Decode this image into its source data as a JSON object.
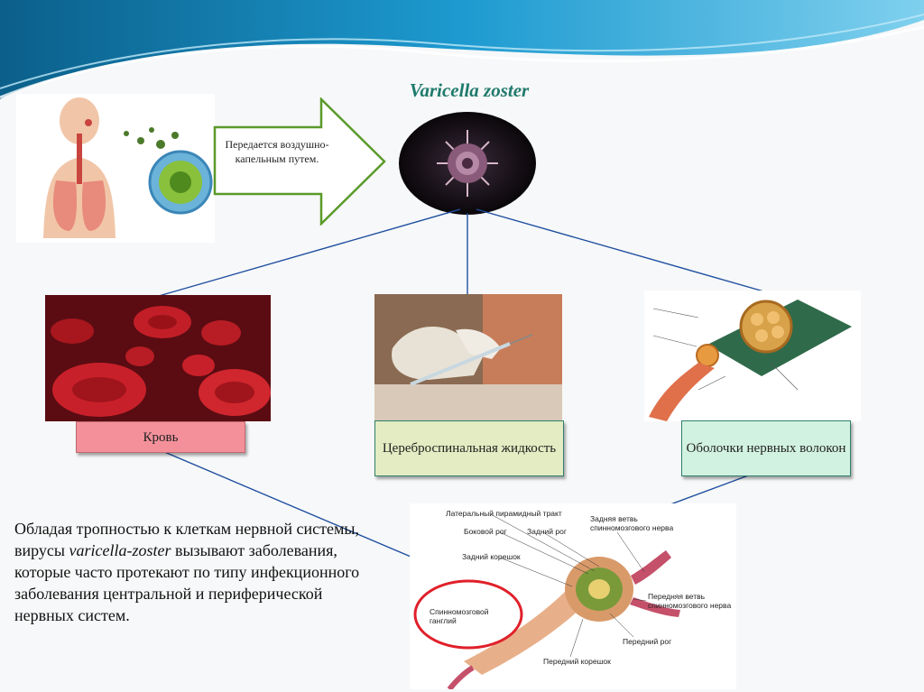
{
  "title": "Varicella zoster",
  "arrow_text": "Передается воздушно-капельным путем.",
  "labels": {
    "blood": "Кровь",
    "csf": "Цереброспинальная жидкость",
    "nerve": "Оболочки нервных волокон"
  },
  "paragraph": {
    "part1": "Обладая тропностью к клеткам нервной системы, вирусы ",
    "italic": "varicella-zoster",
    "part2": " вызывают заболевания, которые часто протекают по типу инфекционного заболевания центральной и периферической нервных систем."
  },
  "spine_labels": {
    "lateral_tract": "Латеральный пирамидный тракт",
    "lateral_horn": "Боковой рог",
    "posterior_horn": "Задний рог",
    "posterior_root": "Задний корешок",
    "posterior_branch": "Задняя ветвь спинномозгового нерва",
    "ganglion": "Спинномозговой ганглий",
    "anterior_branch": "Передняя ветвь спинномозгового нерва",
    "anterior_horn": "Передний рог",
    "anterior_root": "Передний корешок"
  },
  "colors": {
    "accent": "#1f7a6c",
    "arrow_border": "#5a9a2a",
    "connector": "#1f4fa0",
    "blood_box": "#f3909a",
    "csf_box": "#e3ecc2",
    "nerve_box": "#d2f2e1",
    "highlight": "#e0202a"
  }
}
